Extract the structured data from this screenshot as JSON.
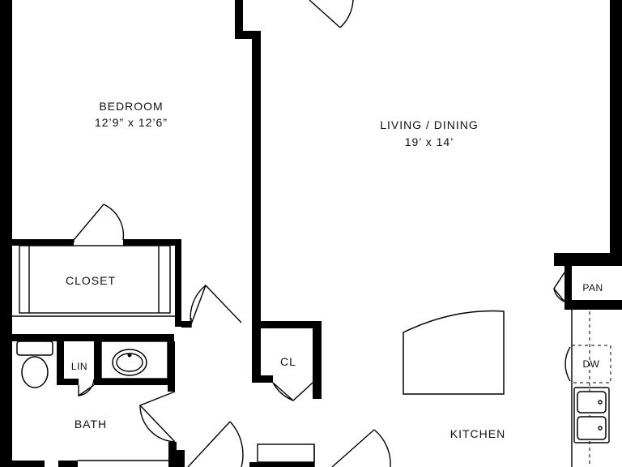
{
  "rooms": {
    "bedroom": {
      "name": "BEDROOM",
      "size": "12’9” x 12’6”"
    },
    "living": {
      "name": "LIVING / DINING",
      "size": "19’ x 14’"
    },
    "closet": {
      "name": "CLOSET"
    },
    "bath": {
      "name": "BATH"
    },
    "lin": {
      "name": "LIN"
    },
    "cl": {
      "name": "CL"
    },
    "pan": {
      "name": "PAN"
    },
    "dw": {
      "name": "DW"
    },
    "kitchen": {
      "name": "KITCHEN"
    }
  }
}
